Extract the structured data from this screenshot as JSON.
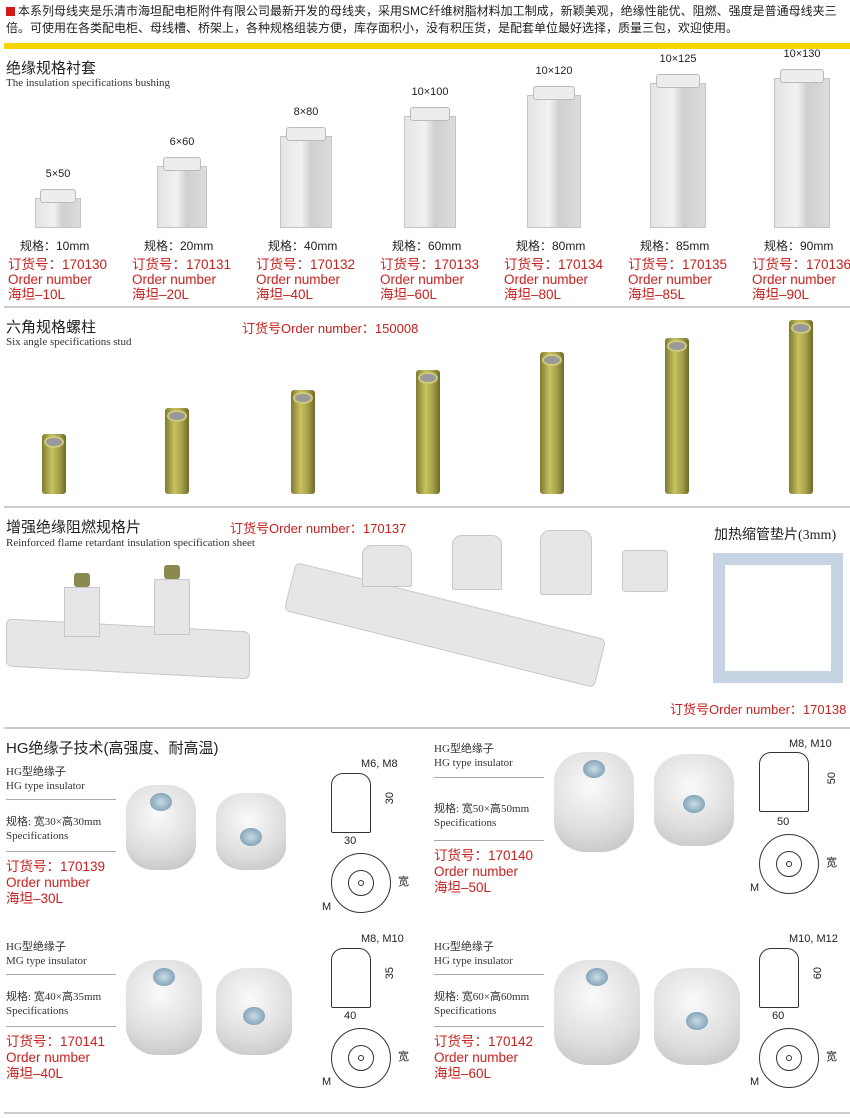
{
  "intro": "本系列母线夹是乐清市海坦配电柜附件有限公司最新开发的母线夹，采用SMC纤维树脂材料加工制成，新颖美观，绝缘性能优、阻燃、强度是普通母线夹三倍。可使用在各类配电柜、母线槽、桥架上，各种规格组装方便，库存面积小，没有积压货，是配套单位最好选择，质量三包，欢迎使用。",
  "bushing": {
    "title_cn": "绝缘规格衬套",
    "title_en": "The insulation specifications bushing",
    "items": [
      {
        "size": "5×50",
        "spec": "规格：10mm",
        "order": "订货号：170130",
        "order_en": "Order number",
        "model": "海坦–10L"
      },
      {
        "size": "6×60",
        "spec": "规格：20mm",
        "order": "订货号：170131",
        "order_en": "Order number",
        "model": "海坦–20L"
      },
      {
        "size": "8×80",
        "spec": "规格：40mm",
        "order": "订货号：170132",
        "order_en": "Order number",
        "model": "海坦–40L"
      },
      {
        "size": "10×100",
        "spec": "规格：60mm",
        "order": "订货号：170133",
        "order_en": "Order number",
        "model": "海坦–60L"
      },
      {
        "size": "10×120",
        "spec": "规格：80mm",
        "order": "订货号：170134",
        "order_en": "Order number",
        "model": "海坦–80L"
      },
      {
        "size": "10×125",
        "spec": "规格：85mm",
        "order": "订货号：170135",
        "order_en": "Order number",
        "model": "海坦–85L"
      },
      {
        "size": "10×130",
        "spec": "规格：90mm",
        "order": "订货号：170136",
        "order_en": "Order number",
        "model": "海坦–90L"
      }
    ]
  },
  "stud": {
    "title_cn": "六角规格螺柱",
    "title_en": "Six angle specifications stud",
    "order": "订货号Order number：150008"
  },
  "sheet": {
    "title_cn": "增强绝缘阻燃规格片",
    "title_en": "Reinforced flame retardant insulation specification sheet",
    "order": "订货号Order number：170137",
    "pad_title": "加热缩管垫片(3mm)",
    "pad_order": "订货号Order number：170138"
  },
  "hg": {
    "title": "HG绝缘子技术(高强度、耐高温)",
    "items": [
      {
        "type_cn": "HG型绝缘子",
        "type_en": "HG type insulator",
        "spec": "规格: 宽30×高30mm",
        "spec_en": "Specifications",
        "order": "订货号：170139",
        "order_en": "Order number",
        "model": "海坦–30L",
        "thread": "M6, M8",
        "h": "30",
        "w": "30",
        "m": "M",
        "wide": "宽"
      },
      {
        "type_cn": "HG型绝缘子",
        "type_en": "HG type insulator",
        "spec": "规格: 宽50×高50mm",
        "spec_en": "Specifications",
        "order": "订货号：170140",
        "order_en": "Order number",
        "model": "海坦–50L",
        "thread": "M8, M10",
        "h": "50",
        "w": "50",
        "m": "M",
        "wide": "宽"
      },
      {
        "type_cn": "HG型绝缘子",
        "type_en": "MG type insulator",
        "spec": "规格: 宽40×高35mm",
        "spec_en": "Specifications",
        "order": "订货号：170141",
        "order_en": "Order number",
        "model": "海坦–40L",
        "thread": "M8, M10",
        "h": "35",
        "w": "40",
        "m": "M",
        "wide": "宽"
      },
      {
        "type_cn": "HG型绝缘子",
        "type_en": "HG type insulator",
        "spec": "规格: 宽60×高60mm",
        "spec_en": "Specifications",
        "order": "订货号：170142",
        "order_en": "Order number",
        "model": "海坦–60L",
        "thread": "M10, M12",
        "h": "60",
        "w": "60",
        "m": "M",
        "wide": "宽"
      }
    ]
  }
}
